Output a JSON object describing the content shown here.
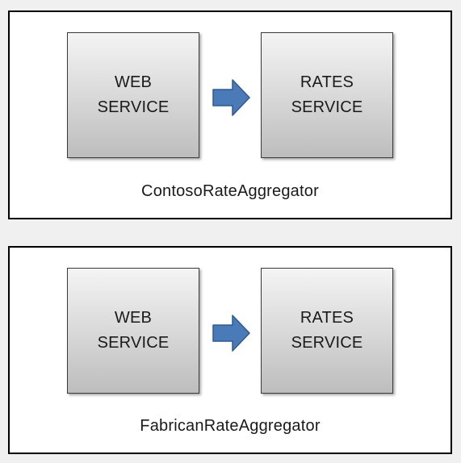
{
  "panels": [
    {
      "name": "ContosoRateAggregator",
      "web_service": {
        "line1": "WEB",
        "line2": "SERVICE"
      },
      "rates_service": {
        "line1": "RATES",
        "line2": "SERVICE"
      }
    },
    {
      "name": "FabricanRateAggregator",
      "web_service": {
        "line1": "WEB",
        "line2": "SERVICE"
      },
      "rates_service": {
        "line1": "RATES",
        "line2": "SERVICE"
      }
    }
  ],
  "colors": {
    "arrow_fill": "#4a7ab8",
    "arrow_stroke": "#2f5a8f",
    "panel_border": "#000000",
    "background": "#f0f0f0"
  },
  "icons": {
    "flow_arrow": "right-arrow-icon"
  }
}
